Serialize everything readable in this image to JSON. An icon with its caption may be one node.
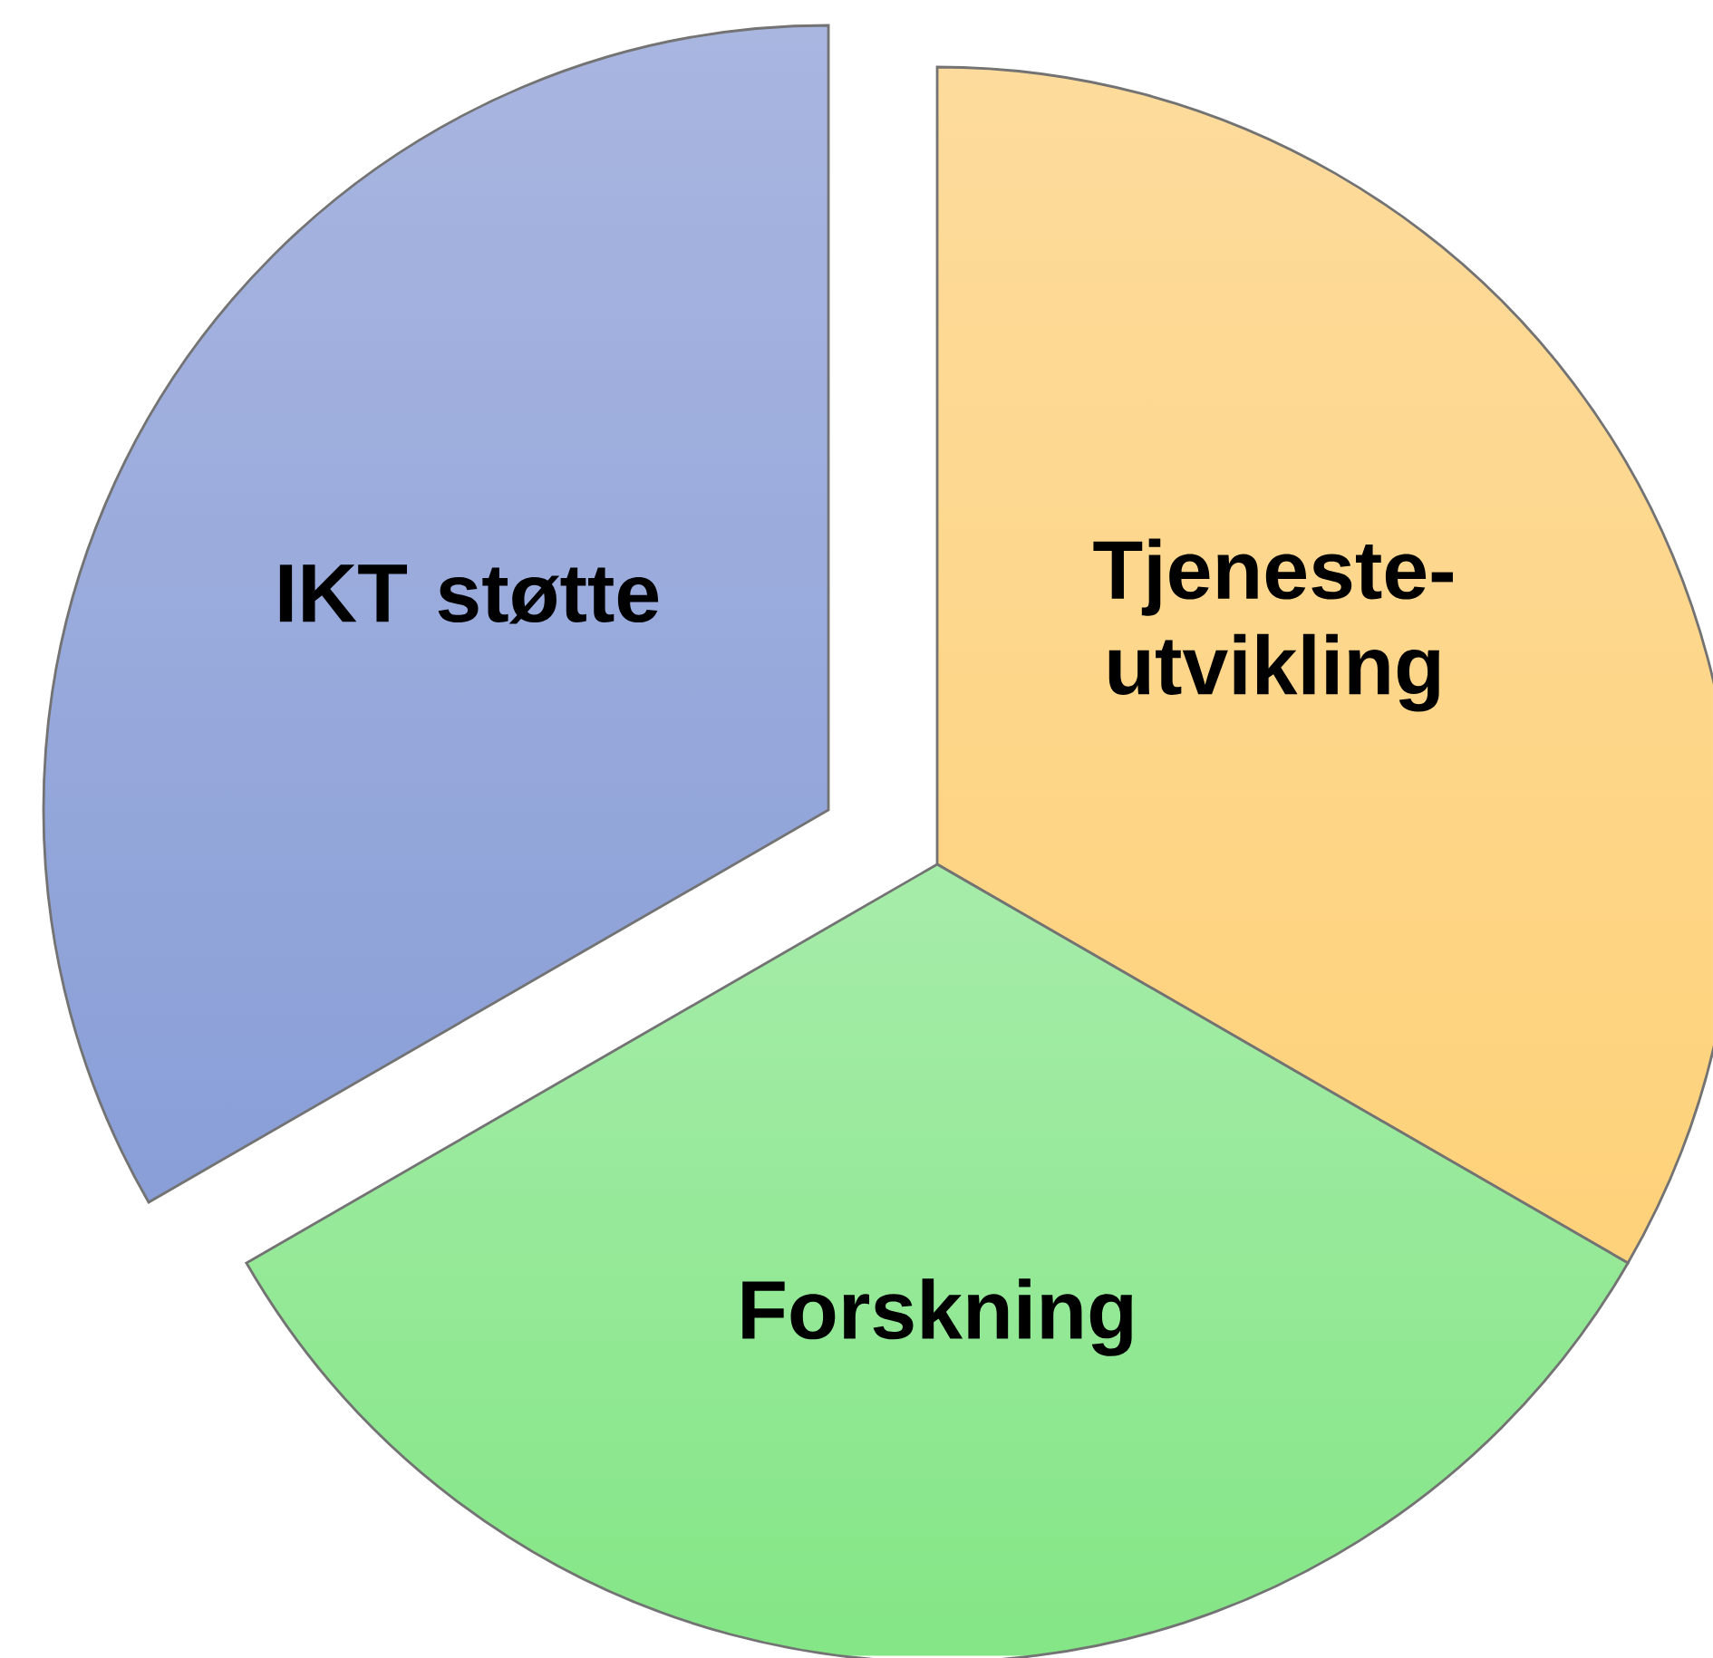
{
  "diagram": {
    "nodes": [
      {
        "text": [
          "IKT støtte"
        ]
      },
      {
        "text": [
          "Tjeneste- utvikling"
        ]
      },
      {
        "text": [
          "Forskning"
        ]
      }
    ]
  }
}
